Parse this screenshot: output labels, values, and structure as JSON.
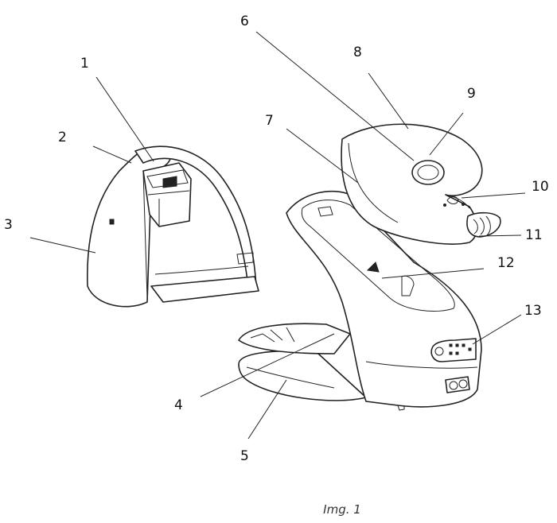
{
  "figure": {
    "caption": "Img. 1",
    "callouts": [
      {
        "id": "1",
        "text": "1"
      },
      {
        "id": "2",
        "text": "2"
      },
      {
        "id": "3",
        "text": "3"
      },
      {
        "id": "4",
        "text": "4"
      },
      {
        "id": "5",
        "text": "5"
      },
      {
        "id": "6",
        "text": "6"
      },
      {
        "id": "7",
        "text": "7"
      },
      {
        "id": "8",
        "text": "8"
      },
      {
        "id": "9",
        "text": "9"
      },
      {
        "id": "10",
        "text": "10"
      },
      {
        "id": "11",
        "text": "11"
      },
      {
        "id": "12",
        "text": "12"
      },
      {
        "id": "13",
        "text": "13"
      }
    ]
  }
}
